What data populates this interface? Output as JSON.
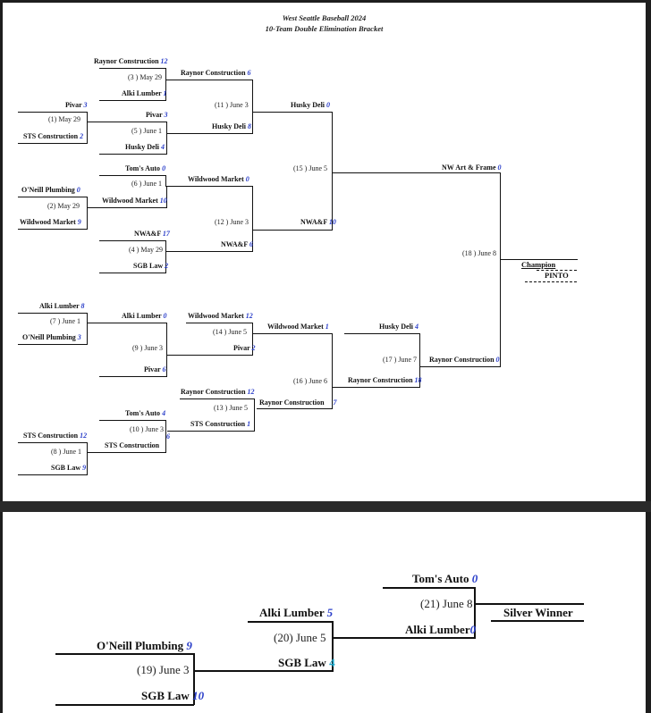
{
  "header": {
    "title": "West Seattle Baseball 2024",
    "subtitle": "10-Team Double Elimination Bracket"
  },
  "bracket": {
    "g3": {
      "top": "Raynor Construction",
      "top_score": "12",
      "label": "(3 ) May 29",
      "bottom": "Alki Lumber",
      "bottom_score": "1"
    },
    "g1": {
      "top": "Pivar",
      "top_score": "3",
      "label": "(1) May 29",
      "bottom": "STS Construction",
      "bottom_score": "2"
    },
    "g5": {
      "top": "Pivar",
      "top_score": "3",
      "label": "(5 ) June 1",
      "bottom": "Husky Deli",
      "bottom_score": "4"
    },
    "g11": {
      "top": "Raynor Construction",
      "top_score": "6",
      "label": "(11 ) June 3",
      "bottom": "Husky Deli",
      "bottom_score": "8"
    },
    "g6": {
      "top": "Tom's Auto",
      "top_score": "0",
      "label": "(6 ) June 1",
      "bottom": "Wildwood Market",
      "bottom_score": "10"
    },
    "g2": {
      "top": "O'Neill Plumbing",
      "top_score": "0",
      "label": "(2) May 29",
      "bottom": "Wildwood Market",
      "bottom_score": "9"
    },
    "g4": {
      "top": "NWA&F",
      "top_score": "17",
      "label": "(4 ) May 29",
      "bottom": "SGB Law",
      "bottom_score": "2"
    },
    "g12": {
      "top": "Wildwood Market",
      "top_score": "0",
      "label": "(12 ) June 3",
      "bottom": "NWA&F",
      "bottom_score": "6"
    },
    "g15": {
      "top": "Husky Deli",
      "top_score": "0",
      "label": "(15 ) June 5",
      "bottom": "NWA&F",
      "bottom_score": "10"
    },
    "g18": {
      "top": "NW Art & Frame",
      "top_score": "0",
      "label": "(18 ) June 8",
      "bottom": "Raynor Construction",
      "bottom_score": "0"
    },
    "champion": {
      "label": "Champion",
      "name": "PINTO"
    },
    "g7": {
      "top": "Alki Lumber",
      "top_score": "8",
      "label": "(7 ) June 1",
      "bottom": "O'Neill Plumbing",
      "bottom_score": "3"
    },
    "g9": {
      "top": "Alki Lumber",
      "top_score": "0",
      "label": "(9 ) June 3",
      "bottom": "Pivar",
      "bottom_score": "6"
    },
    "g14": {
      "top": "Wildwood Market",
      "top_score": "12",
      "label": "(14 ) June 5",
      "bottom": "Pivar",
      "bottom_score": "2"
    },
    "g16": {
      "top": "Wildwood Market",
      "top_score": "1",
      "label": "(16 ) June 6",
      "bottom": "Raynor Construction",
      "bottom_score": "7"
    },
    "g17": {
      "top": "Husky Deli",
      "top_score": "4",
      "label": "(17 ) June 7",
      "bottom": "Raynor Construction",
      "bottom_score": "18"
    },
    "g13": {
      "top": "Raynor Construction",
      "top_score": "12",
      "label": "(13 ) June 5",
      "bottom": "STS Construction",
      "bottom_score": "1"
    },
    "g10": {
      "top": "Tom's Auto",
      "top_score": "4",
      "label": "(10 ) June 3",
      "bottom": "STS Construction",
      "bottom_score": "6"
    },
    "g8": {
      "top": "STS Construction",
      "top_score": "12",
      "label": "(8 ) June 1",
      "bottom": "SGB Law",
      "bottom_score": "9"
    }
  },
  "silver": {
    "g19": {
      "top": "O'Neill Plumbing",
      "top_score": "9",
      "label": "(19) June 3",
      "bottom": "SGB Law",
      "bottom_score": "10"
    },
    "g20": {
      "top": "Alki Lumber",
      "top_score": "5",
      "label": "(20) June 5",
      "bottom": "SGB Law",
      "bottom_score": "4"
    },
    "g21": {
      "top": "Tom's Auto",
      "top_score": "0",
      "label": "(21) June 8",
      "bottom": "Alki Lumber",
      "bottom_score": "0"
    },
    "winner": "Silver Winner"
  },
  "colors": {
    "score": "#2a3ec9",
    "score_alt": "#1aa3c6",
    "line": "#111111"
  }
}
